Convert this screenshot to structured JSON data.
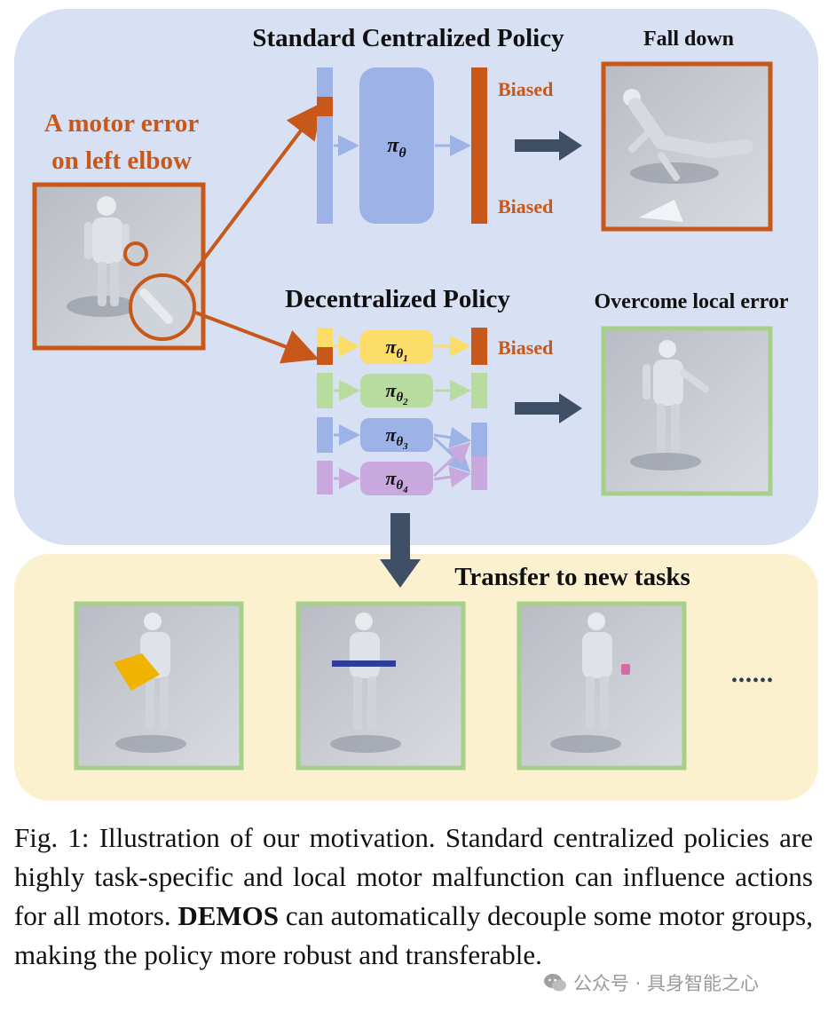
{
  "figure": {
    "motor_error_line1": "A motor error",
    "motor_error_line2": "on left elbow",
    "centralized_title": "Standard Centralized Policy",
    "centralized_policy": "π",
    "centralized_policy_sub": "θ",
    "biased_top": "Biased",
    "biased_bottom": "Biased",
    "fall_down": "Fall down",
    "decentralized_title": "Decentralized Policy",
    "overcome": "Overcome local error",
    "biased_decentral": "Biased",
    "policies": [
      {
        "symbol": "π",
        "sub": "θ",
        "subsub": "1",
        "color": "#fddd6a"
      },
      {
        "symbol": "π",
        "sub": "θ",
        "subsub": "2",
        "color": "#b8dba0"
      },
      {
        "symbol": "π",
        "sub": "θ",
        "subsub": "3",
        "color": "#9db3e8"
      },
      {
        "symbol": "π",
        "sub": "θ",
        "subsub": "4",
        "color": "#c9a8de"
      }
    ],
    "transfer_title": "Transfer to new tasks",
    "ellipsis": "••••••"
  },
  "caption": {
    "label": "Fig. 1:",
    "text_before": " Illustration of our motivation. Standard centralized policies are highly task-specific and local motor malfunction can influence actions for all motors. ",
    "bold": "DEMOS",
    "text_after": " can automatically decouple some motor groups, making the policy more robust and transferable."
  },
  "watermark": {
    "text": "公众号 · 具身智能之心"
  },
  "colors": {
    "top_panel": "#d8e0f3",
    "bottom_panel": "#fbf1cf",
    "orange": "#c8581a",
    "green": "#a6d08a",
    "blue_bar": "#9db3e8",
    "dark_arrow": "#3f5066"
  }
}
